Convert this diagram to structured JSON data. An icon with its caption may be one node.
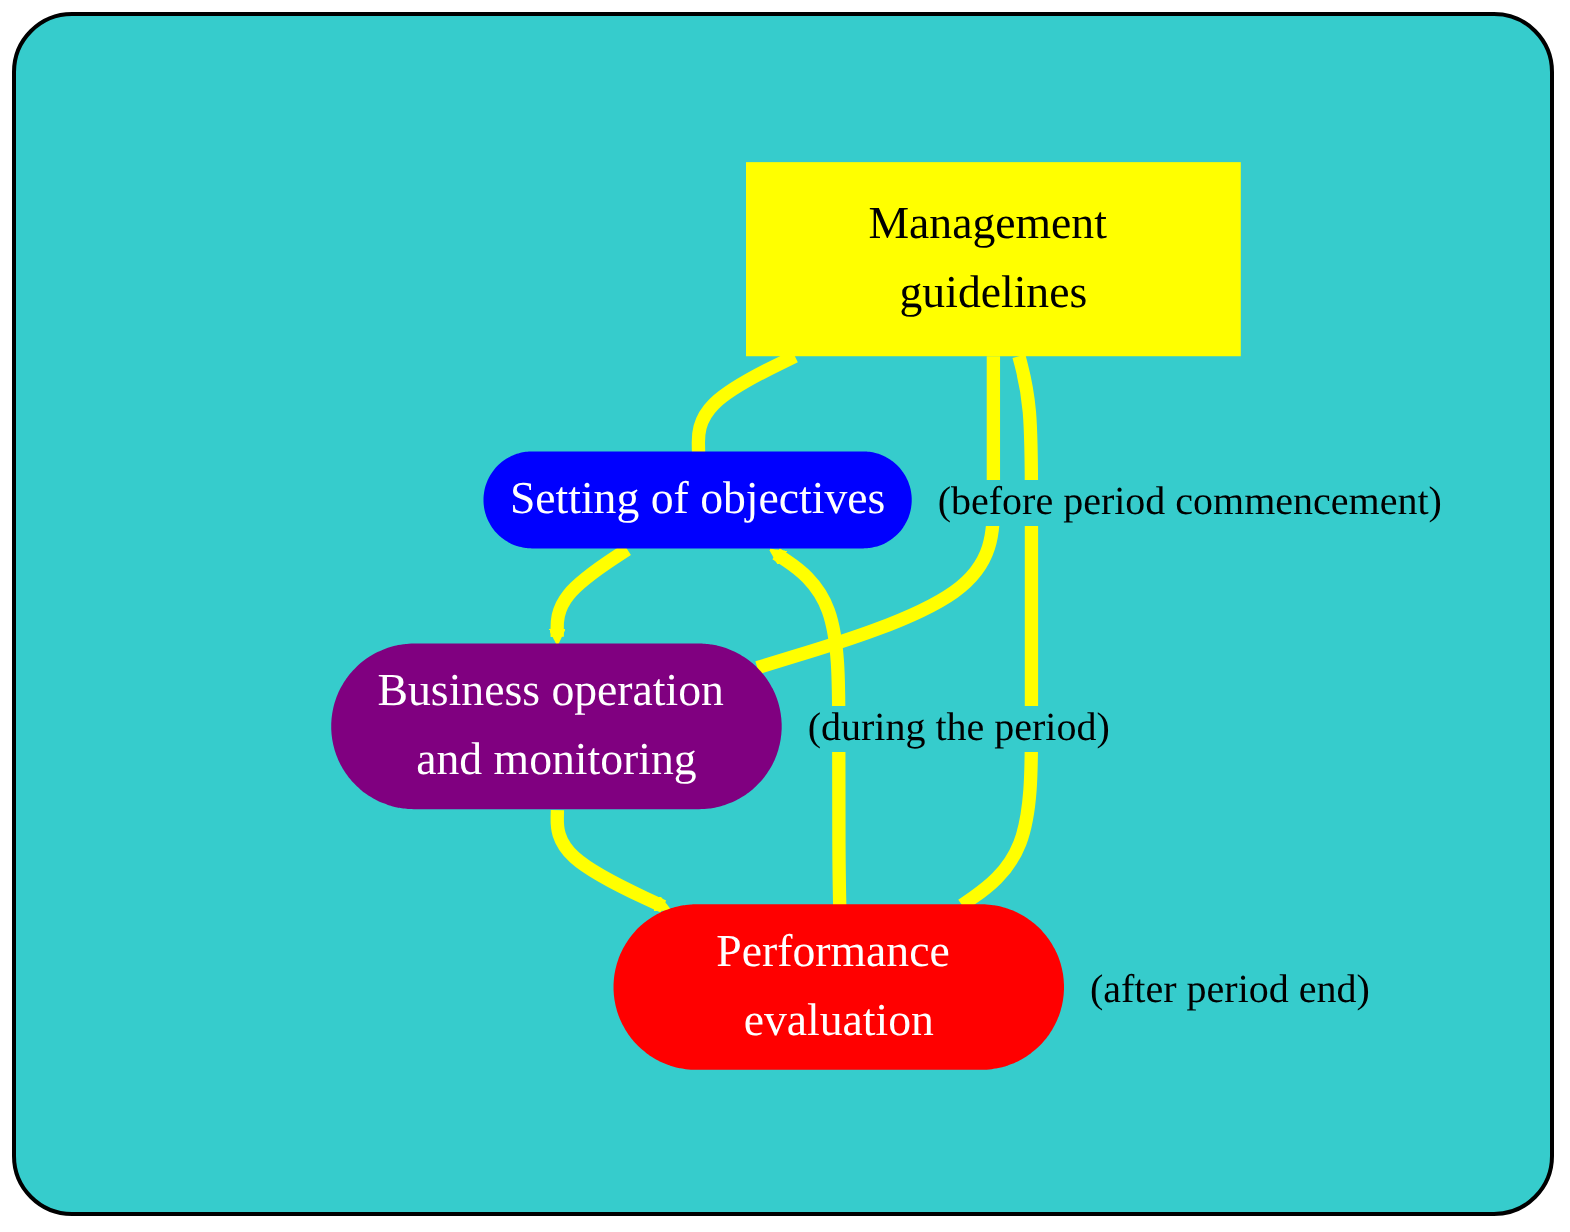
{
  "diagram": {
    "nodes": [
      {
        "text": [
          "Setting of objectives"
        ],
        "beside": [
          "(before period commencement)"
        ]
      },
      {
        "text": [
          "Management guidelines"
        ]
      },
      {
        "text": [
          "Business operation and monitoring"
        ],
        "beside": [
          "(during the period)"
        ]
      },
      {
        "text": [
          "Performance evaluation"
        ],
        "beside": [
          "(after period end)"
        ]
      }
    ],
    "edges": [
      {
        "from": 0,
        "to": 2,
        "arrow": "to"
      },
      {
        "from": 2,
        "to": 3,
        "arrow": "to"
      },
      {
        "from": 3,
        "to": 0,
        "arrow": "to"
      },
      {
        "from": 1,
        "to": 0,
        "arrow": "none"
      },
      {
        "from": 1,
        "to": 2,
        "arrow": "none"
      },
      {
        "from": 1,
        "to": 3,
        "arrow": "none"
      }
    ]
  }
}
